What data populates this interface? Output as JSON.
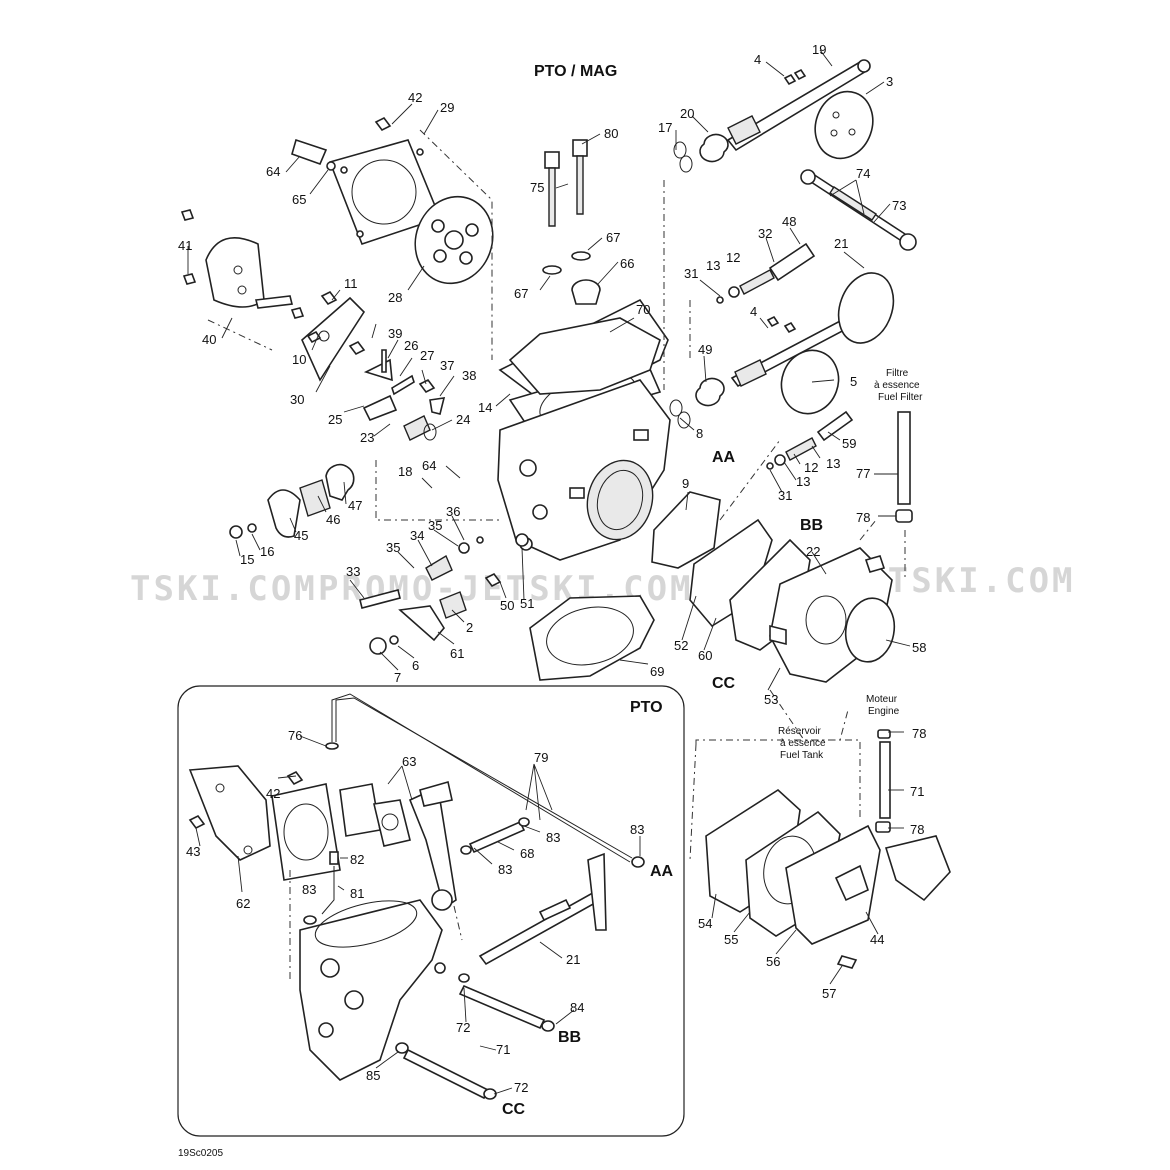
{
  "title": "PTO / MAG",
  "inset_title": "PTO",
  "watermark": "PROMO-JETSKI.COM",
  "watermark_left": "TSKI.COM",
  "figure_code": "19Sc0205",
  "notes": {
    "fuel_filter": [
      "Filtre",
      "à essence",
      "Fuel Filter"
    ],
    "fuel_tank": [
      "Réservoir",
      "à essence",
      "Fuel Tank"
    ],
    "engine": [
      "Moteur",
      "Engine"
    ]
  },
  "connectors": {
    "aa": "AA",
    "bb": "BB",
    "cc": "CC"
  },
  "callouts": {
    "c19": "19",
    "c4a": "4",
    "c3": "3",
    "c42a": "42",
    "c29": "29",
    "c80": "80",
    "c17": "17",
    "c20": "20",
    "c64a": "64",
    "c65": "65",
    "c75": "75",
    "c74": "74",
    "c73": "73",
    "c41": "41",
    "c67a": "67",
    "c67b": "67",
    "c66": "66",
    "c48": "48",
    "c32": "32",
    "c21a": "21",
    "c28": "28",
    "c11": "11",
    "c70": "70",
    "c31a": "31",
    "c13a": "13",
    "c12a": "12",
    "c40": "40",
    "c4b": "4",
    "c39": "39",
    "c26": "26",
    "c27": "27",
    "c10": "10",
    "c37": "37",
    "c38": "38",
    "c49": "49",
    "c5": "5",
    "c30": "30",
    "c14": "14",
    "c25": "25",
    "c24": "24",
    "c8": "8",
    "c23": "23",
    "c59": "59",
    "c12b": "12",
    "c13b": "13",
    "c77": "77",
    "c18": "18",
    "c64b": "64",
    "c47": "47",
    "c13c": "13",
    "c31b": "31",
    "c9": "9",
    "c46": "46",
    "c36": "36",
    "c78a": "78",
    "c35a": "35",
    "c45": "45",
    "c16": "16",
    "c15": "15",
    "c35b": "35",
    "c34": "34",
    "c22": "22",
    "c33": "33",
    "c50": "50",
    "c51": "51",
    "c2": "2",
    "c52": "52",
    "c60": "60",
    "c58": "58",
    "c61": "61",
    "c6": "6",
    "c7": "7",
    "c69": "69",
    "c53": "53",
    "c76": "76",
    "c63": "63",
    "c79": "79",
    "c42b": "42",
    "c83a": "83",
    "c78b": "78",
    "c82": "82",
    "c83b": "83",
    "c68": "68",
    "c83c": "83",
    "c71a": "71",
    "c43": "43",
    "c83d": "83",
    "c81": "81",
    "c78c": "78",
    "c62": "62",
    "c54": "54",
    "c55": "55",
    "c44": "44",
    "c21b": "21",
    "c56": "56",
    "c84": "84",
    "c72a": "72",
    "c57": "57",
    "c71b": "71",
    "c85": "85",
    "c72b": "72"
  }
}
